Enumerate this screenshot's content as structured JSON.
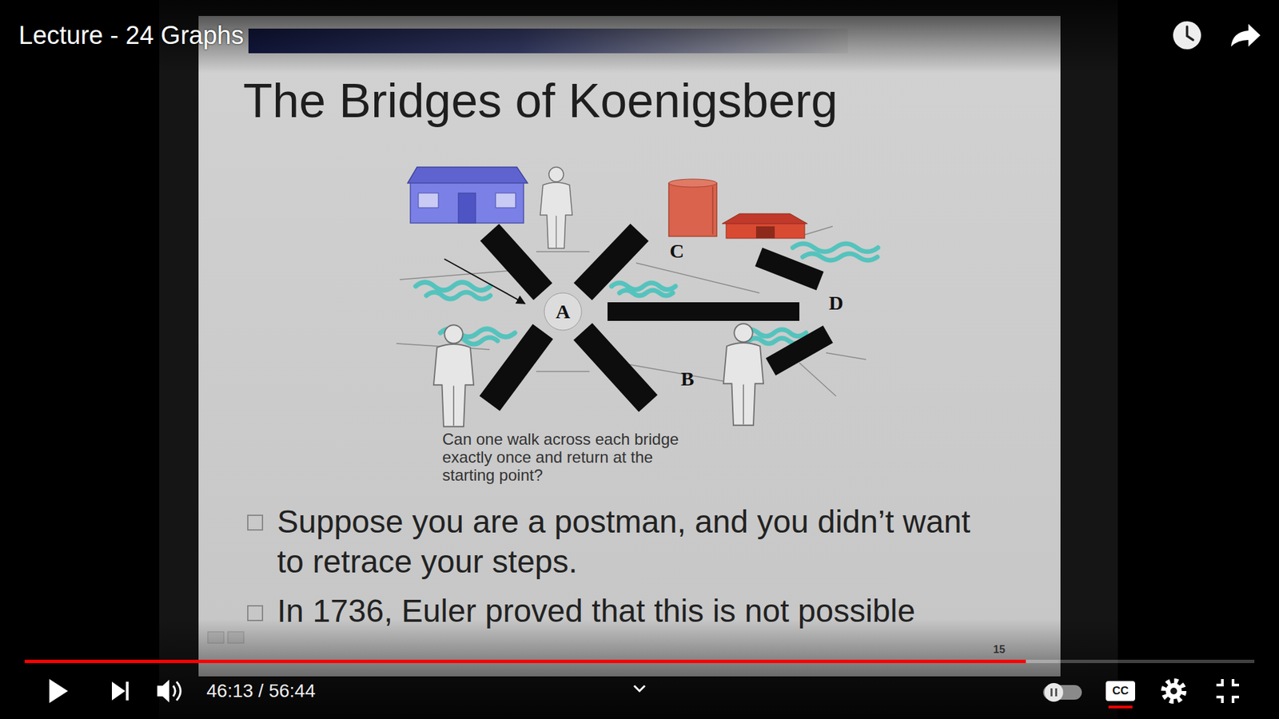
{
  "diagram": {
    "title": "The Bridges of Koenigsberg",
    "caption": "Can one walk across each bridge exactly once and return at the starting point?",
    "labels": [
      "Lecture - 24 Graphs",
      "C",
      "D",
      "A",
      "B",
      "Suppose you are a postman, and you didn’t want to retrace your steps.",
      "In 1736, Euler proved that this is not possible",
      "15",
      "46:13 / 56:44",
      "CC"
    ]
  }
}
